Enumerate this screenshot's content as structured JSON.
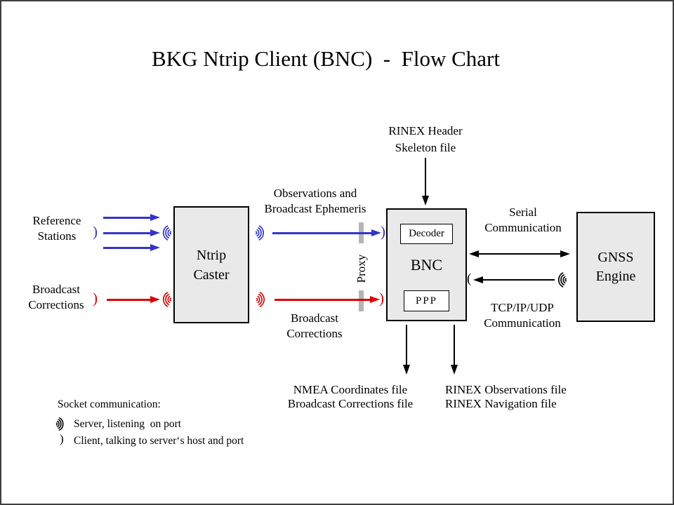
{
  "title": "BKG Ntrip Client (BNC)  -  Flow Chart",
  "colors": {
    "blue": "#3333cc",
    "red": "#dd0000",
    "box_fill": "#e9e9e9",
    "proxy_gray": "#b5b5b5",
    "frame": "#3f3f3f"
  },
  "nodes": {
    "ntrip_caster": {
      "label": "Ntrip\nCaster"
    },
    "bnc": {
      "label": "BNC",
      "decoder": "Decoder",
      "ppp": "PPP"
    },
    "gnss_engine": {
      "label": "GNSS\nEngine"
    }
  },
  "labels": {
    "reference_stations": "Reference\nStations",
    "broadcast_corrections_input": "Broadcast\nCorrections",
    "observations_ephemeris": "Observations and\nBroadcast Ephemeris",
    "broadcast_corrections_stream": "Broadcast\nCorrections",
    "rinex_header_skeleton": "RINEX Header\nSkeleton file",
    "serial_communication": "Serial\nCommunication",
    "tcp_communication": "TCP/IP/UDP\nCommunication",
    "proxy": "Proxy",
    "nmea_output": "NMEA Coordinates file\nBroadcast Corrections file",
    "rinex_output": "RINEX Observations file\nRINEX Navigation file"
  },
  "legend": {
    "title": "Socket communication:",
    "server": "Server, listening  on port",
    "client": "Client, talking to server‘s host and port"
  },
  "icons": {
    "server_socket": "·)))",
    "client_socket": ")"
  }
}
